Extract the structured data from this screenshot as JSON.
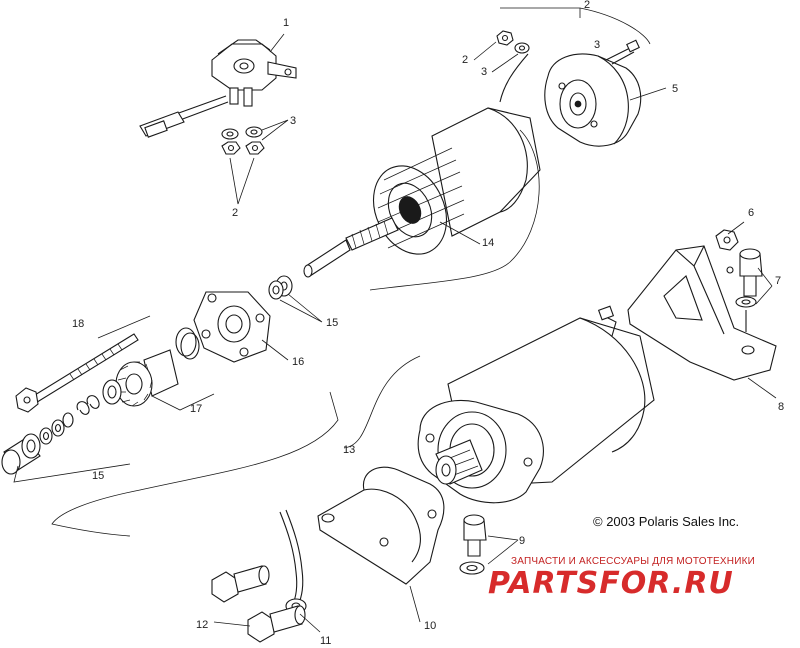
{
  "callouts": [
    "1",
    "2",
    "3",
    "2",
    "3",
    "2",
    "3",
    "5",
    "14",
    "6",
    "7",
    "8",
    "15",
    "16",
    "18",
    "17",
    "15",
    "13",
    "9",
    "10",
    "11",
    "12"
  ],
  "copyright": "© 2003 Polaris Sales Inc.",
  "watermark": {
    "subtitle": "ЗАПЧАСТИ И АКСЕССУАРЫ ДЛЯ МОТОТЕХНИКИ",
    "brand": "PARTSFOR.RU"
  }
}
